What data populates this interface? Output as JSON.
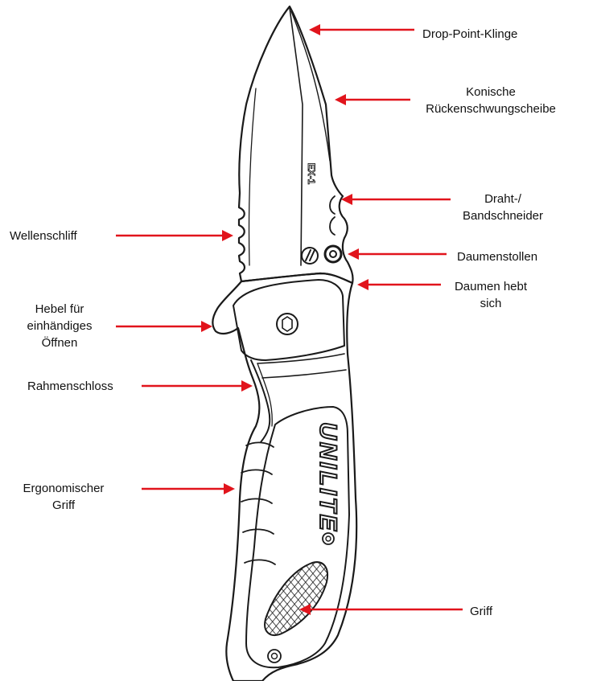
{
  "colors": {
    "arrow": "#e1141c",
    "outline": "#1a1a1a",
    "text": "#111111"
  },
  "engraving": {
    "blade_mark": "EX-1",
    "handle_brand": "UNILITE"
  },
  "labels": {
    "drop_point": "Drop-Point-Klinge",
    "konische_1": "Konische",
    "konische_2": "Rückenschwungscheibe",
    "draht_1": "Draht-/",
    "draht_2": "Bandschneider",
    "daumenstollen": "Daumenstollen",
    "daumen_hebt_1": "Daumen hebt",
    "daumen_hebt_2": "sich",
    "griff": "Griff",
    "wellenschliff": "Wellenschliff",
    "hebel_1": "Hebel für",
    "hebel_2": "einhändiges",
    "hebel_3": "Öffnen",
    "rahmenschloss": "Rahmenschloss",
    "ergonomisch_1": "Ergonomischer",
    "ergonomisch_2": "Griff"
  }
}
